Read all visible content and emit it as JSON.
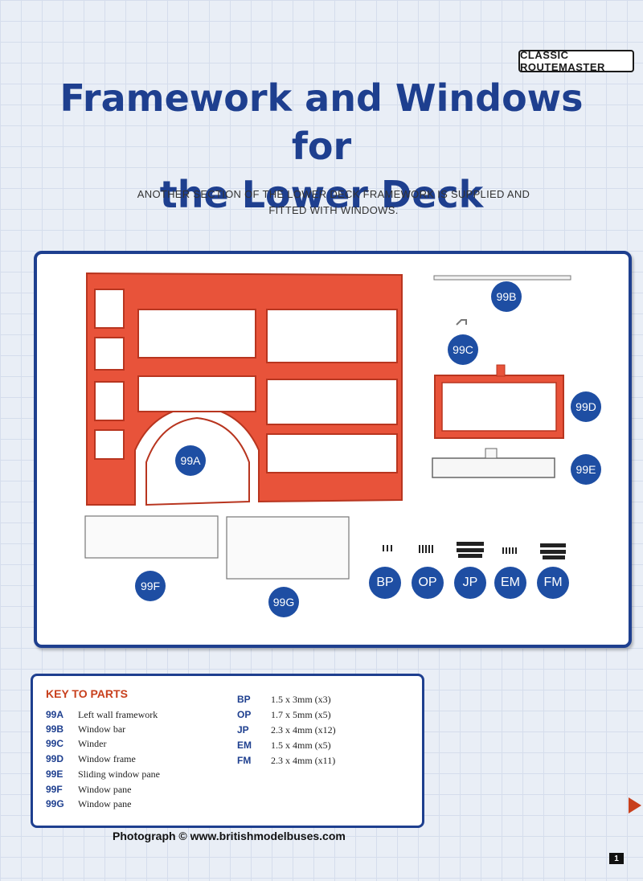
{
  "header": {
    "badge": "CLASSIC ROUTEMASTER"
  },
  "title": {
    "line1": "Framework and Windows for",
    "line2": "the Lower Deck"
  },
  "subtitle": {
    "line1": "ANOTHER SECTION OF THE LOWER DECK FRAMEWORK IS SUPPLIED AND",
    "line2": "FITTED WITH WINDOWS."
  },
  "parts_labels": [
    "99A",
    "99B",
    "99C",
    "99D",
    "99E",
    "99F",
    "99G",
    "BP",
    "OP",
    "JP",
    "EM",
    "FM"
  ],
  "key": {
    "title": "KEY TO PARTS",
    "parts": [
      {
        "code": "99A",
        "name": "Left wall framework"
      },
      {
        "code": "99B",
        "name": "Window bar"
      },
      {
        "code": "99C",
        "name": "Winder"
      },
      {
        "code": "99D",
        "name": "Window frame"
      },
      {
        "code": "99E",
        "name": "Sliding window pane"
      },
      {
        "code": "99F",
        "name": "Window pane"
      },
      {
        "code": "99G",
        "name": "Window pane"
      }
    ],
    "screws": [
      {
        "code": "BP",
        "spec": "1.5 x 3mm (x3)"
      },
      {
        "code": "OP",
        "spec": "1.7 x 5mm (x5)"
      },
      {
        "code": "JP",
        "spec": "2.3 x 4mm (x12)"
      },
      {
        "code": "EM",
        "spec": "1.5 x 4mm (x5)"
      },
      {
        "code": "FM",
        "spec": "2.3 x 4mm (x11)"
      }
    ]
  },
  "footer": {
    "credit": "Photograph © www.britishmodelbuses.com",
    "page": "1"
  },
  "colors": {
    "accent": "#1e3f8f",
    "label": "#1e4ea3",
    "frame": "#e8533a",
    "key_title": "#c8401d"
  }
}
